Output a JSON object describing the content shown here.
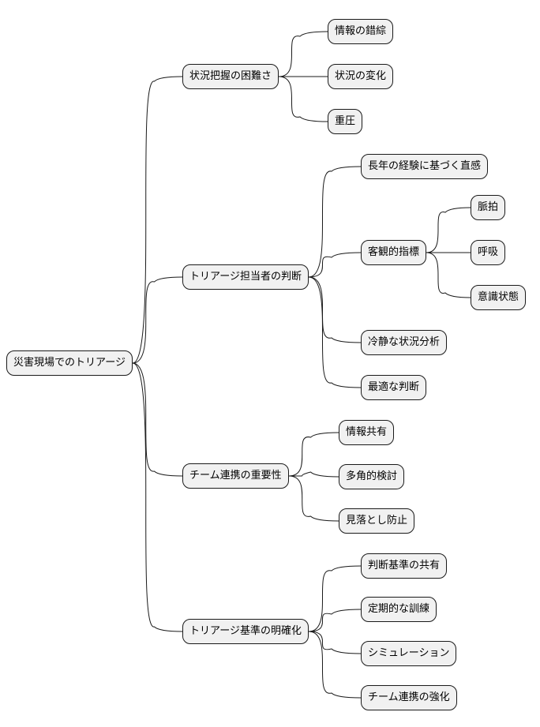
{
  "mindmap": {
    "root": {
      "label": "災害現場でのトリアージ",
      "children": [
        {
          "label": "状況把握の困難さ",
          "children": [
            {
              "label": "情報の錯綜"
            },
            {
              "label": "状況の変化"
            },
            {
              "label": "重圧"
            }
          ]
        },
        {
          "label": "トリアージ担当者の判断",
          "children": [
            {
              "label": "長年の経験に基づく直感"
            },
            {
              "label": "客観的指標",
              "children": [
                {
                  "label": "脈拍"
                },
                {
                  "label": "呼吸"
                },
                {
                  "label": "意識状態"
                }
              ]
            },
            {
              "label": "冷静な状況分析"
            },
            {
              "label": "最適な判断"
            }
          ]
        },
        {
          "label": "チーム連携の重要性",
          "children": [
            {
              "label": "情報共有"
            },
            {
              "label": "多角的検討"
            },
            {
              "label": "見落とし防止"
            }
          ]
        },
        {
          "label": "トリアージ基準の明確化",
          "children": [
            {
              "label": "判断基準の共有"
            },
            {
              "label": "定期的な訓練"
            },
            {
              "label": "シミュレーション"
            },
            {
              "label": "チーム連携の強化"
            }
          ]
        }
      ]
    }
  }
}
